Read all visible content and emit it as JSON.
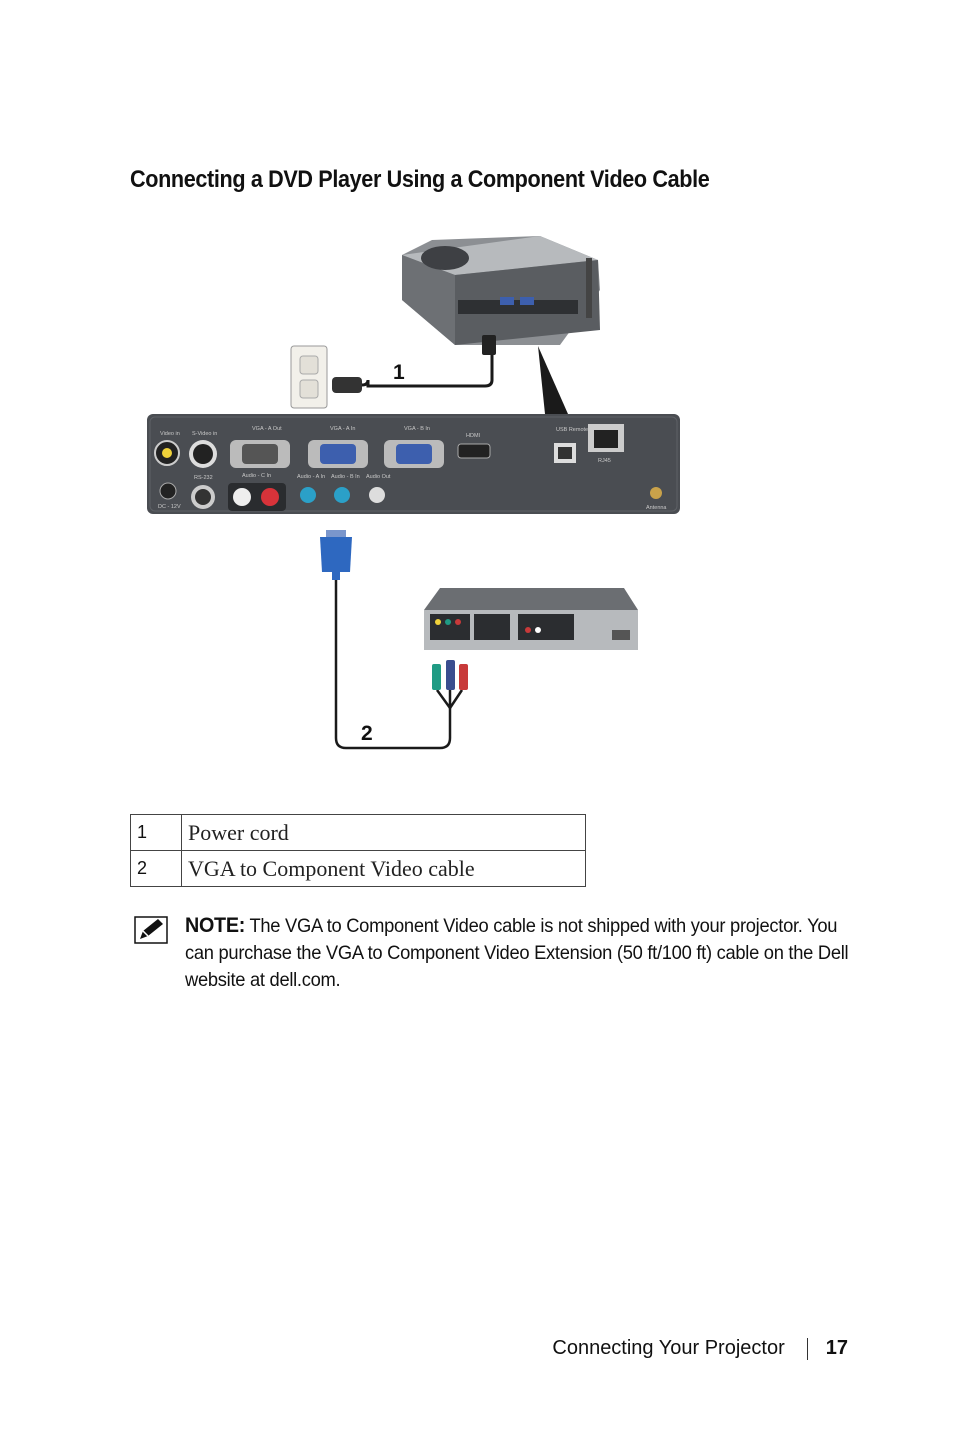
{
  "page": {
    "heading": "Connecting a DVD Player Using a Component Video Cable",
    "footer_section": "Connecting Your Projector",
    "page_number": "17"
  },
  "figure": {
    "callouts": [
      "1",
      "2"
    ],
    "panel_labels": {
      "video_in": "Video in",
      "s_video_in": "S-Video in",
      "vga_a_out": "VGA - A Out",
      "vga_a_in": "VGA - A In",
      "vga_b_in": "VGA - B In",
      "hdmi": "HDMI",
      "usb_remote": "USB Remote",
      "rj45": "RJ45",
      "rs232": "RS-232",
      "audio_c_in": "Audio - C In",
      "audio_a_in": "Audio - A In",
      "audio_b_in": "Audio - B In",
      "audio_out": "Audio Out",
      "dc_12v": "DC - 12V",
      "antenna": "Antenna"
    }
  },
  "legend": [
    {
      "num": "1",
      "desc": "Power cord"
    },
    {
      "num": "2",
      "desc": "VGA to Component Video cable"
    }
  ],
  "note": {
    "label": "NOTE:",
    "text_before": " The VGA to Component Video cable is not shipped with your projector. You can purchase the VGA to Component Video Extension (50 ft/100 ft) cable on the Dell website at ",
    "link": "dell.com",
    "text_after": "."
  }
}
